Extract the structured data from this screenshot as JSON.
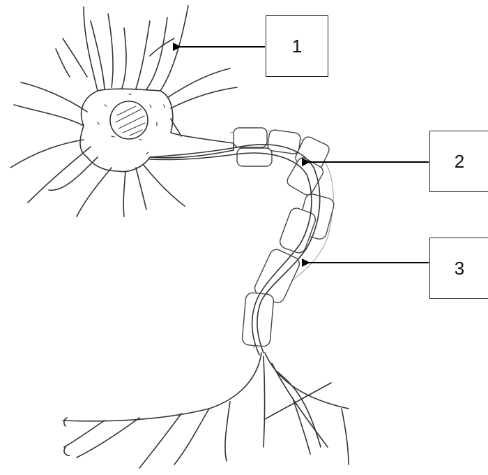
{
  "labels": [
    {
      "id": "1",
      "text": "1"
    },
    {
      "id": "2",
      "text": "2"
    },
    {
      "id": "3",
      "text": "3"
    }
  ],
  "colors": {
    "line": "#333333",
    "arrow": "#000000",
    "background": "#ffffff"
  }
}
